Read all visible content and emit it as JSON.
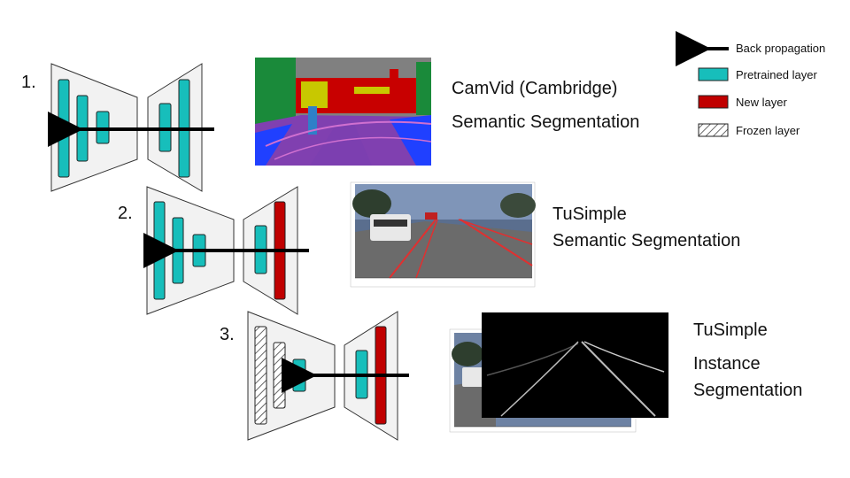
{
  "legend": {
    "back_propagation": "Back propagation",
    "pretrained_layer": "Pretrained layer",
    "new_layer": "New layer",
    "frozen_layer": "Frozen layer"
  },
  "colors": {
    "pretrained": "#17BEBB",
    "new": "#C00000",
    "panel_fill": "#F2F2F2",
    "panel_stroke": "#333333"
  },
  "rows": [
    {
      "number": "1.",
      "title_line1": "CamVid (Cambridge)",
      "title_line2": "Semantic Segmentation"
    },
    {
      "number": "2.",
      "title_line1": "TuSimple",
      "title_line2": "Semantic Segmentation"
    },
    {
      "number": "3.",
      "title_line1": "TuSimple",
      "title_line2": "Instance",
      "title_line3": "Segmentation"
    }
  ]
}
